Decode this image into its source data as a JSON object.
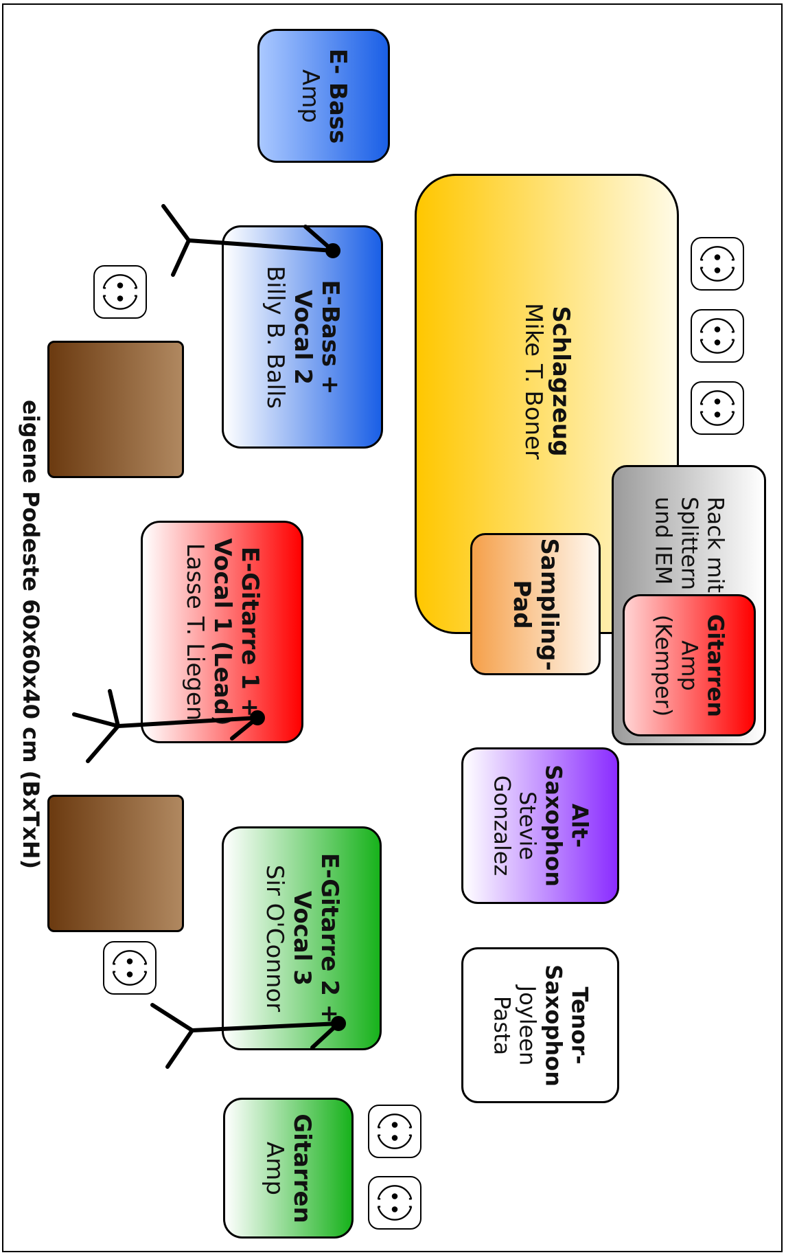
{
  "bass_amp": {
    "title": "E- Bass",
    "sub": "Amp"
  },
  "bass_player": {
    "title_line1": "E-Bass +",
    "title_line2": "Vocal 2",
    "name": "Billy B. Balls"
  },
  "drums": {
    "title": "Schlagzeug",
    "name": "Mike T. Boner"
  },
  "sampling_pad": {
    "line1": "Sampling-",
    "line2": "Pad"
  },
  "rack": {
    "line1": "Rack mit",
    "line2": "Splittern",
    "line3": "und IEM"
  },
  "kemper": {
    "title": "Gitarren",
    "sub1": "Amp",
    "sub2": "(Kemper)"
  },
  "guitar1": {
    "title_line1": "E-Gitarre 1 +",
    "title_line2": "Vocal 1 (Lead)",
    "name": "Lasse T. Liegen"
  },
  "alt_sax": {
    "title_line1": "Alt-",
    "title_line2": "Saxophon",
    "name_line1": "Stevie",
    "name_line2": "Gonzalez"
  },
  "guitar2": {
    "title_line1": "E-Gitarre 2 +",
    "title_line2": "Vocal 3",
    "name": "Sir O'Connor"
  },
  "tenor_sax": {
    "title_line1": "Tenor-",
    "title_line2": "Saxophon",
    "name_line1": "Joyleen",
    "name_line2": "Pasta"
  },
  "guitar_amp": {
    "title": "Gitarren",
    "sub": "Amp"
  },
  "podeste_label": "eigene Podeste 60x60x40 cm (BxTxH)"
}
